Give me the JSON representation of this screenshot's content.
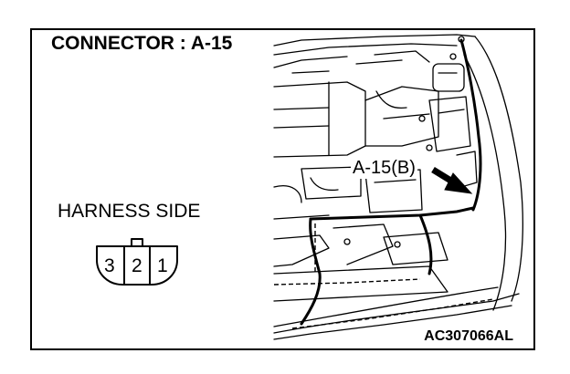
{
  "title": "CONNECTOR : A-15",
  "harness_label": "HARNESS SIDE",
  "callout_label": "A-15(B)",
  "figure_code": "AC307066AL",
  "connector": {
    "pins": [
      "3",
      "2",
      "1"
    ]
  },
  "icons": {
    "engine_bay": "engine-bay-illustration",
    "arrow": "callout-arrow-icon",
    "connector": "connector-face-icon"
  }
}
